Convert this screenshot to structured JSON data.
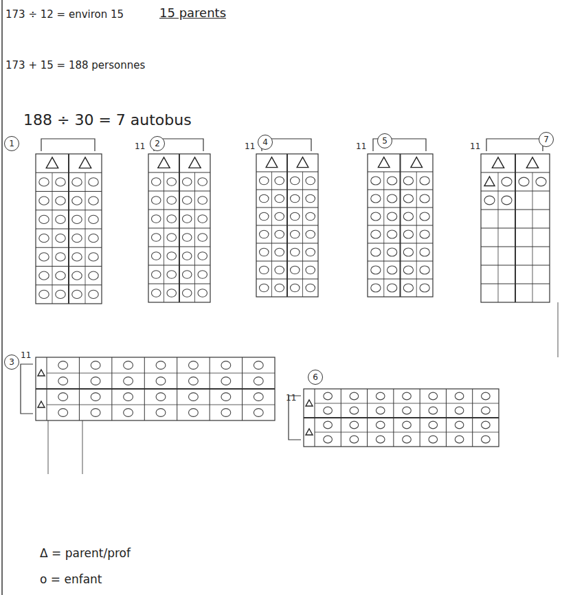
{
  "diagram": {
    "nodes": [
      {
        "text": [
          "1"
        ]
      },
      {
        "text": [
          "2"
        ]
      },
      {
        "text": [
          "4"
        ]
      },
      {
        "text": [
          "5"
        ]
      },
      {
        "text": [
          "7"
        ]
      },
      {
        "text": [
          "3"
        ]
      },
      {
        "text": [
          "6"
        ]
      }
    ],
    "labels": [
      "173 ÷ 12 = environ 15",
      "15 parents",
      "173 + 15 = 188 personnes",
      "188 ÷ 30 = 7 autobus",
      "11",
      "11",
      "11",
      "11",
      "11",
      "11",
      "Δ = parent/prof",
      "o = enfant"
    ]
  }
}
